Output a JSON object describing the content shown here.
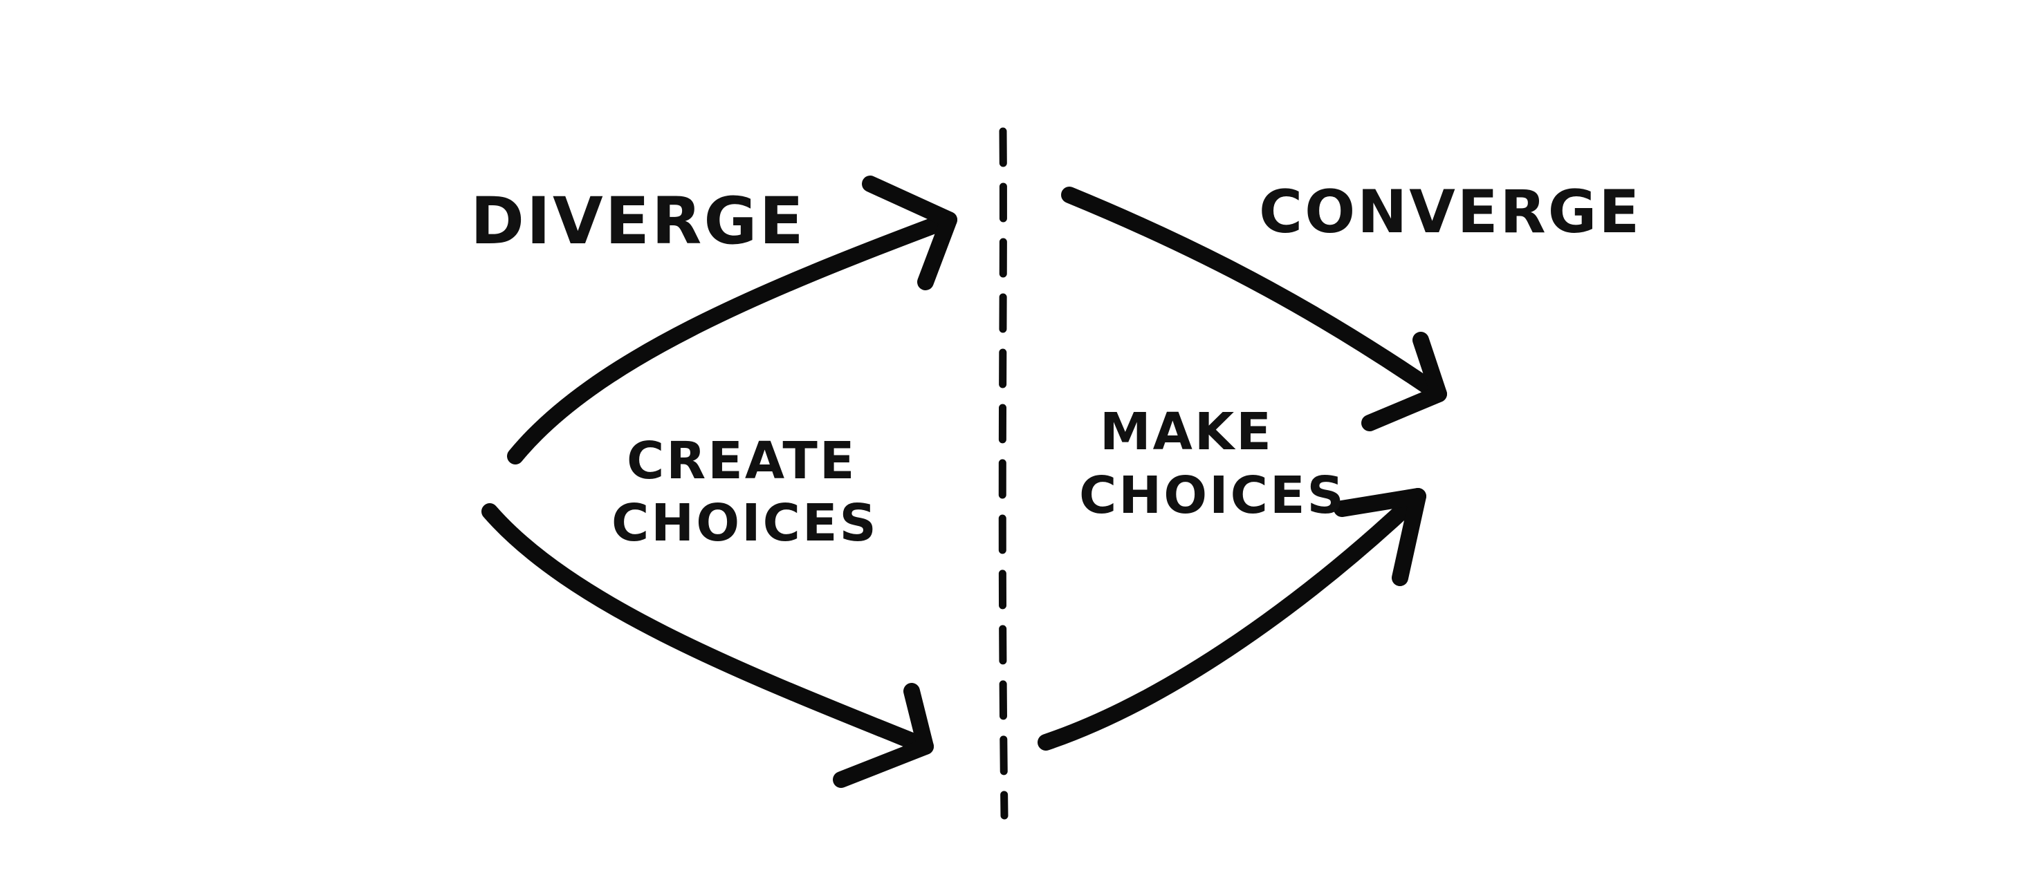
{
  "diagram": {
    "phases": {
      "left": {
        "title": "DIVERGE",
        "caption_line1": "CREATE",
        "caption_line2": "CHOICES"
      },
      "right": {
        "title": "CONVERGE",
        "caption_line1": "MAKE",
        "caption_line2": "CHOICES"
      }
    },
    "divider": {
      "style": "dashed-vertical"
    },
    "colors": {
      "ink": "#0b0b0b",
      "background": "#ffffff"
    }
  }
}
